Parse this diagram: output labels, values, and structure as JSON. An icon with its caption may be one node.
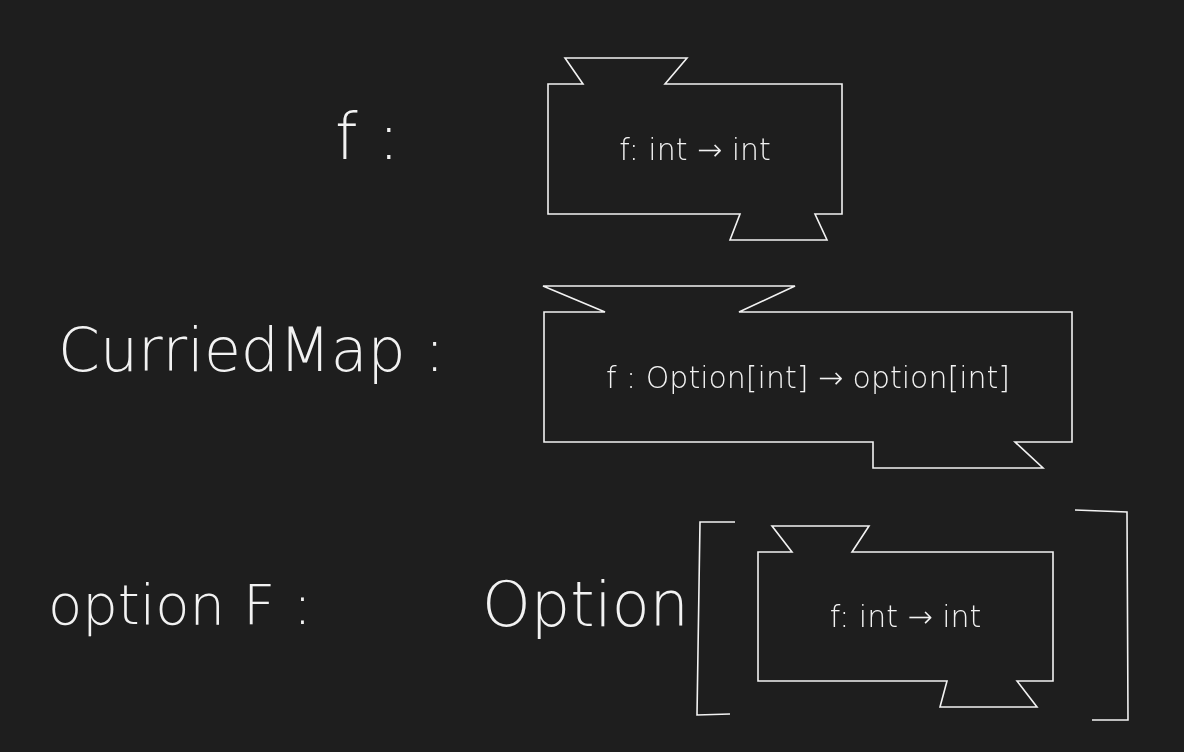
{
  "diagram": {
    "nodes": [
      {
        "text": [
          "f: int → int"
        ]
      },
      {
        "text": [
          "f : Option[int] → option[int]"
        ]
      },
      {
        "text": [
          "f: int → int"
        ]
      }
    ],
    "labels": [
      "f :",
      "CurriedMap :",
      "option F :",
      "Option"
    ]
  }
}
